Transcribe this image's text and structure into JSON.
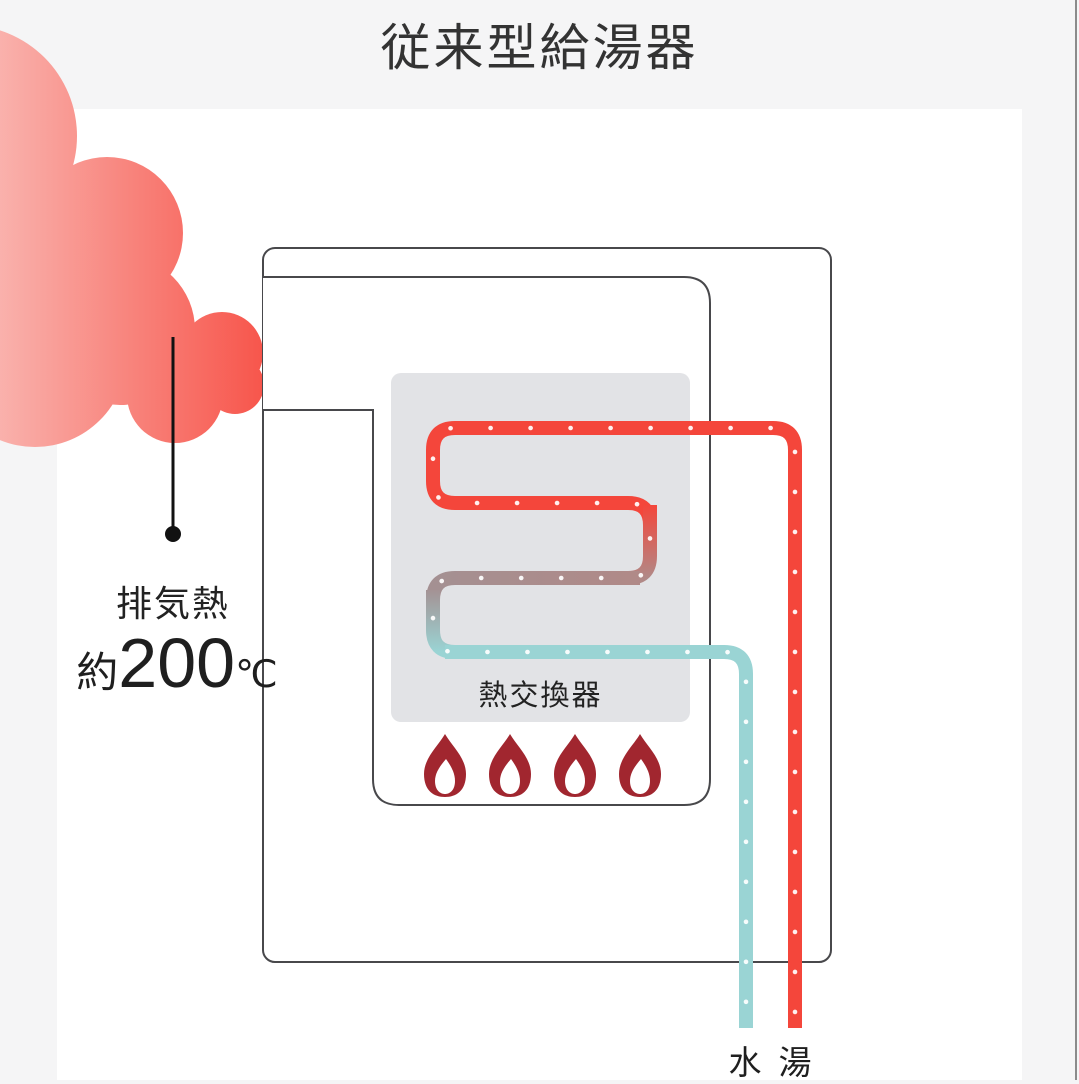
{
  "page": {
    "title": "従来型給湯器"
  },
  "exhaust": {
    "label": "排気熱",
    "temp_prefix": "約",
    "temp_value": "200",
    "temp_unit": "℃"
  },
  "unit": {
    "heat_exchanger_label": "熱交換器",
    "flame_count": "4"
  },
  "pipes": {
    "cold_inlet_label": "水",
    "hot_outlet_label": "湯"
  },
  "icons": {
    "exhaust_cloud": "cloud-icon",
    "burner": "flame-icon"
  },
  "colors": {
    "page_background": "#f5f5f6",
    "content_background": "#ffffff",
    "outline": "#48484b",
    "heat_exchanger_bg": "#e2e3e6",
    "pipe_hot_red": "#f4463b",
    "pipe_transition_mauve": "#ab8a89",
    "pipe_cold_teal": "#9ad4d4",
    "pipe_dots": "#ffffff",
    "flame_red": "#a1262f",
    "cloud_gradient_start": "#fac6c2",
    "cloud_gradient_end": "#f7554b",
    "exhaust_pointer": "#111111",
    "right_edge_line": "#8b8b8b",
    "text": "#2e2e2e"
  }
}
